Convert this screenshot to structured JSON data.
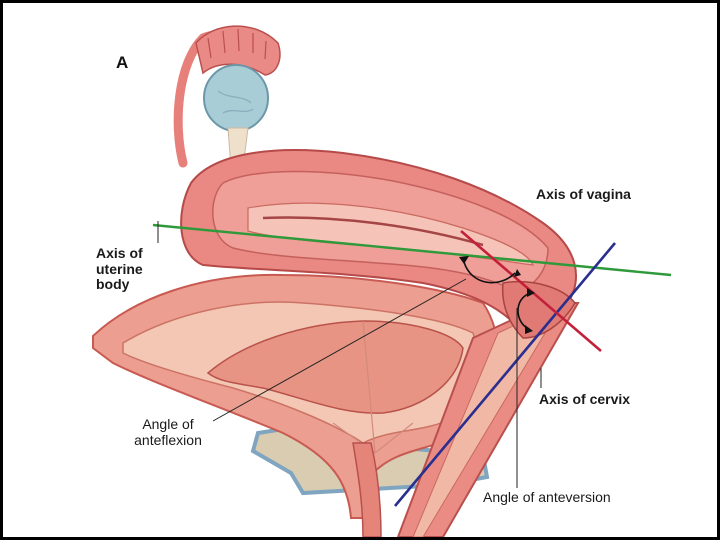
{
  "figure": {
    "panel_label": "A",
    "labels": {
      "axis_uterine_line1": "Axis of",
      "axis_uterine_line2": "uterine",
      "axis_uterine_line3": "body",
      "axis_vagina": "Axis of vagina",
      "axis_cervix": "Axis of cervix",
      "anteflexion_line1": "Angle of",
      "anteflexion_line2": "anteflexion",
      "anteversion": "Angle of anteversion"
    },
    "colors": {
      "uterine_axis": "#2e9a3a",
      "vagina_axis": "#2a2f8f",
      "cervix_axis": "#c3213a",
      "tissue": "#e98882",
      "ovary": "#a9cdd6"
    }
  }
}
